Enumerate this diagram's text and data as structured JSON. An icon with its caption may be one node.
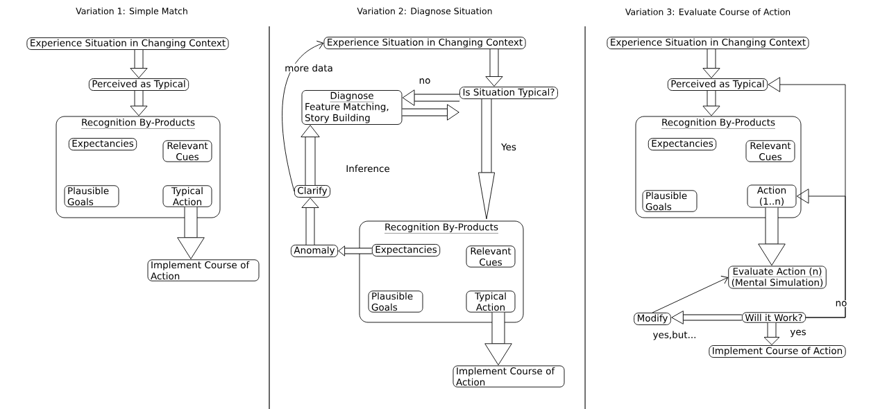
{
  "diagram": {
    "nodes": [
      {
        "text": [
          "Experience Situation in Changing Context"
        ]
      },
      {
        "text": [
          "Perceived as Typical"
        ]
      },
      {
        "text": [
          "Recognition By-Products"
        ]
      },
      {
        "text": [
          "Expectancies"
        ],
        "in": 2
      },
      {
        "text": [
          "Relevant Cues"
        ],
        "in": 2
      },
      {
        "text": [
          "Plausible Goals"
        ],
        "in": 2
      },
      {
        "text": [
          "Typical Action"
        ],
        "in": 2
      },
      {
        "text": [
          "Implement Course of Action"
        ]
      },
      {
        "text": [
          "Experience Situation in Changing Context"
        ]
      },
      {
        "text": [
          "Is Situation Typical?"
        ]
      },
      {
        "text": [
          "Diagnose",
          "Feature Matching, Story Building"
        ]
      },
      {
        "text": [
          "Clarify"
        ]
      },
      {
        "text": [
          "Anomaly"
        ]
      },
      {
        "text": [
          "Recognition By-Products"
        ]
      },
      {
        "text": [
          "Expectancies"
        ],
        "in": 13
      },
      {
        "text": [
          "Relevant Cues"
        ],
        "in": 13
      },
      {
        "text": [
          "Plausible Goals"
        ],
        "in": 13
      },
      {
        "text": [
          "Typical Action"
        ],
        "in": 13
      },
      {
        "text": [
          "Implement Course of Action"
        ]
      },
      {
        "text": [
          "Experience Situation in Changing Context"
        ]
      },
      {
        "text": [
          "Perceived as Typical"
        ]
      },
      {
        "text": [
          "Recognition By-Products"
        ]
      },
      {
        "text": [
          "Expectancies"
        ],
        "in": 21
      },
      {
        "text": [
          "Relevant Cues"
        ],
        "in": 21
      },
      {
        "text": [
          "Plausible Goals"
        ],
        "in": 21
      },
      {
        "text": [
          "Action (1..n)"
        ],
        "in": 21
      },
      {
        "text": [
          "Evaluate Action (n)",
          "(Mental Simulation)"
        ]
      },
      {
        "text": [
          "Will it Work?"
        ]
      },
      {
        "text": [
          "Modify"
        ]
      },
      {
        "text": [
          "Implement Course of Action"
        ]
      }
    ],
    "edges": [
      {
        "from": 0,
        "to": 1,
        "arrow": "to"
      },
      {
        "from": 1,
        "to": 2,
        "arrow": "to"
      },
      {
        "from": 6,
        "to": 7,
        "arrow": "to"
      },
      {
        "from": 8,
        "to": 9,
        "arrow": "to"
      },
      {
        "from": 9,
        "to": 10,
        "arrow": "to",
        "label": "no"
      },
      {
        "from": 10,
        "to": 9,
        "arrow": "to"
      },
      {
        "from": 9,
        "to": 13,
        "arrow": "to",
        "label": "Yes"
      },
      {
        "from": 14,
        "to": 12,
        "arrow": "to"
      },
      {
        "from": 12,
        "to": 11,
        "arrow": "to"
      },
      {
        "from": 11,
        "to": 10,
        "arrow": "to",
        "label": "Inference"
      },
      {
        "from": 11,
        "to": 8,
        "arrow": "to",
        "label": "more data"
      },
      {
        "from": 17,
        "to": 18,
        "arrow": "to"
      },
      {
        "from": 19,
        "to": 20,
        "arrow": "to"
      },
      {
        "from": 20,
        "to": 21,
        "arrow": "to"
      },
      {
        "from": 25,
        "to": 26,
        "arrow": "to"
      },
      {
        "from": 27,
        "to": 20,
        "arrow": "to",
        "label": "no"
      },
      {
        "from": 27,
        "to": 25,
        "arrow": "to"
      },
      {
        "from": 27,
        "to": 28,
        "arrow": "to",
        "label": "yes,but..."
      },
      {
        "from": 28,
        "to": 26,
        "arrow": "to"
      },
      {
        "from": 27,
        "to": 29,
        "arrow": "to",
        "label": "yes"
      }
    ],
    "labels": [
      "Variation 1: Simple Match",
      "Variation 2: Diagnose Situation",
      "Variation 3: Evaluate Course of Action"
    ]
  }
}
